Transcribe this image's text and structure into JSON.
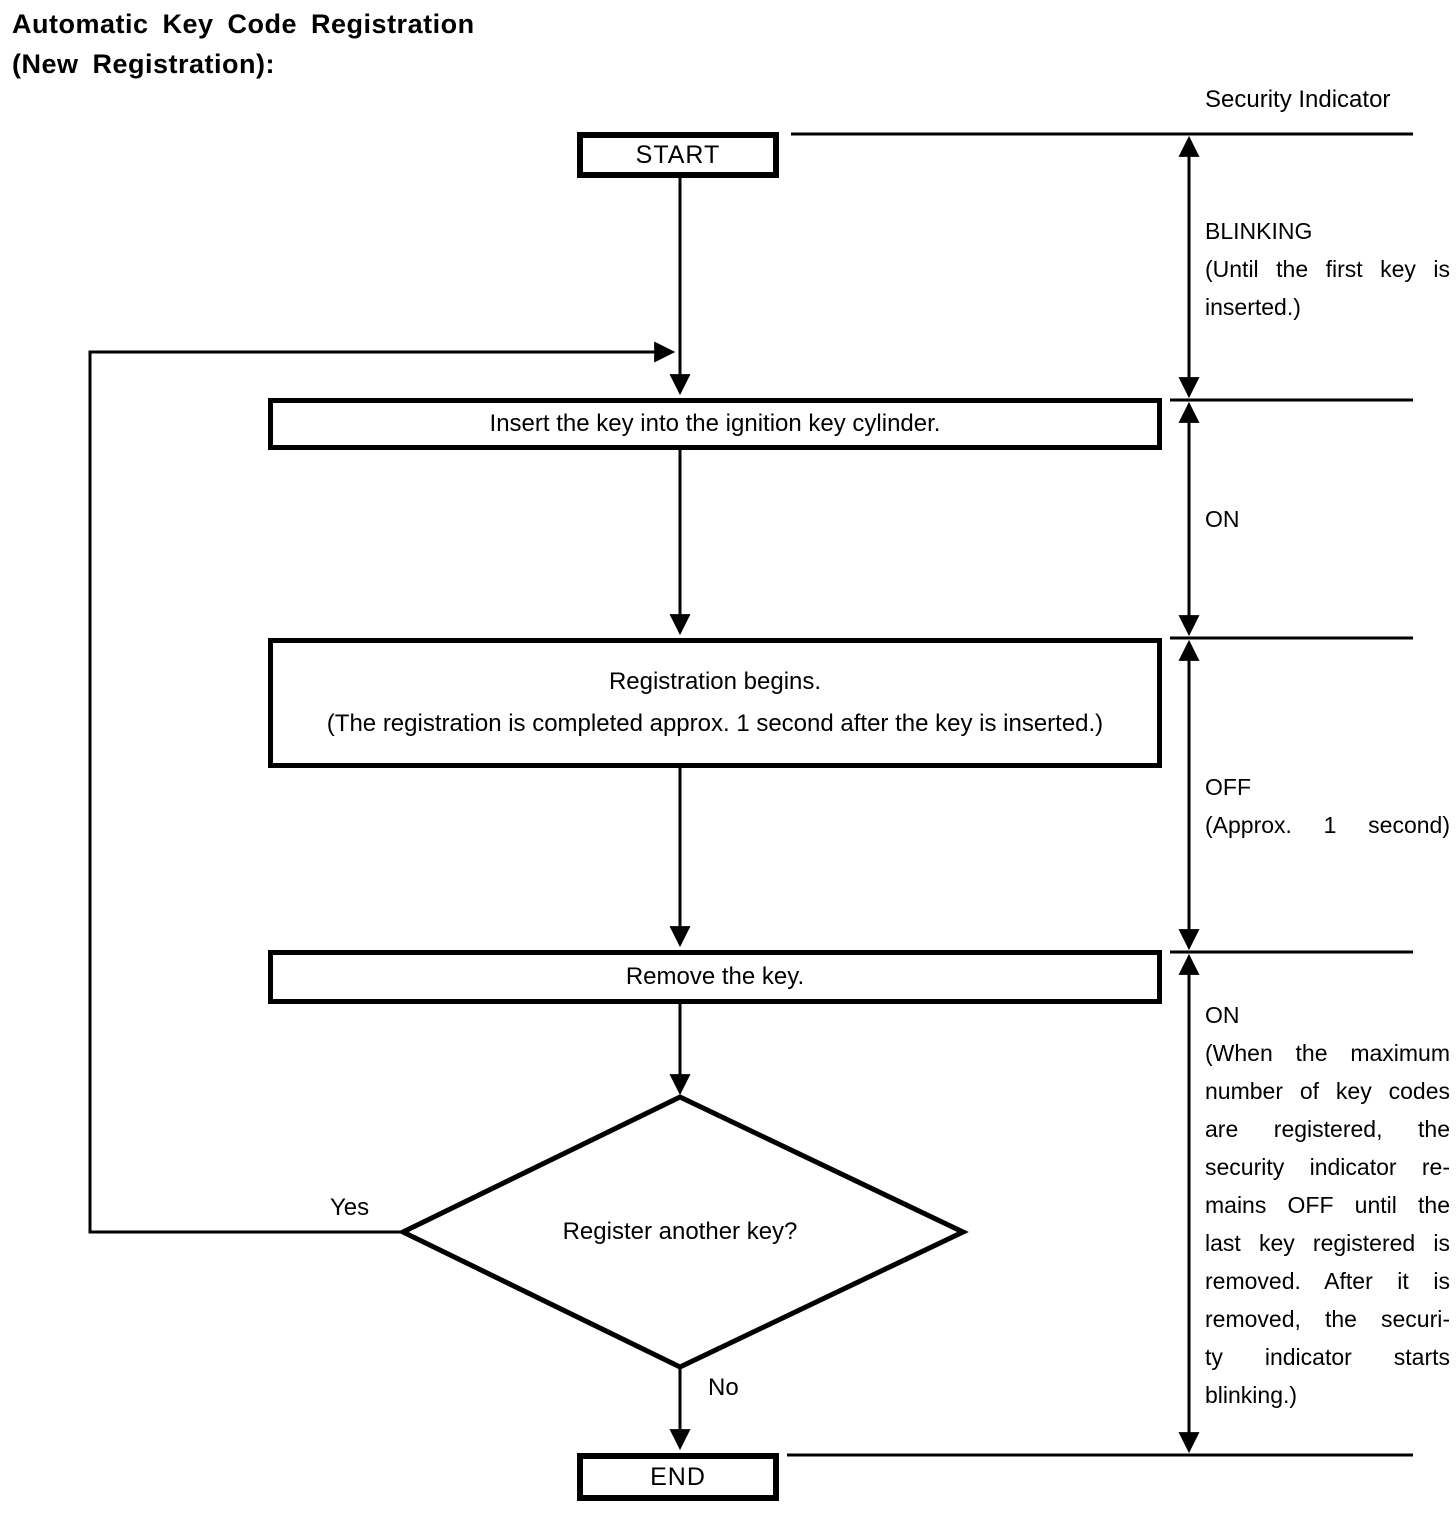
{
  "title": {
    "line1": "Automatic Key Code Registration",
    "line2": "(New Registration):"
  },
  "security_indicator": {
    "header": "Security Indicator"
  },
  "flowchart": {
    "start_label": "START",
    "step_insert": "Insert the key into the ignition key cylinder.",
    "step_registration_line1": "Registration begins.",
    "step_registration_line2": "(The registration is completed approx. 1 second after the key is inserted.)",
    "step_remove": "Remove the key.",
    "decision_label": "Register another key?",
    "branch_yes": "Yes",
    "branch_no": "No",
    "end_label": "END"
  },
  "indicator_states": [
    {
      "state": "BLINKING",
      "note": "(Until the first key is\ninserted.)"
    },
    {
      "state": "ON",
      "note": ""
    },
    {
      "state": "OFF",
      "note": "(Approx. 1 second)"
    },
    {
      "state": "ON",
      "note": "(When the maximum\nnumber of key codes\nare registered, the\nsecurity indicator re-\nmains OFF until the\nlast key registered is\nremoved. After it is\nremoved, the securi-\nty indicator starts\nblinking.)"
    }
  ],
  "colors": {
    "ink": "#000000",
    "background": "#ffffff"
  }
}
